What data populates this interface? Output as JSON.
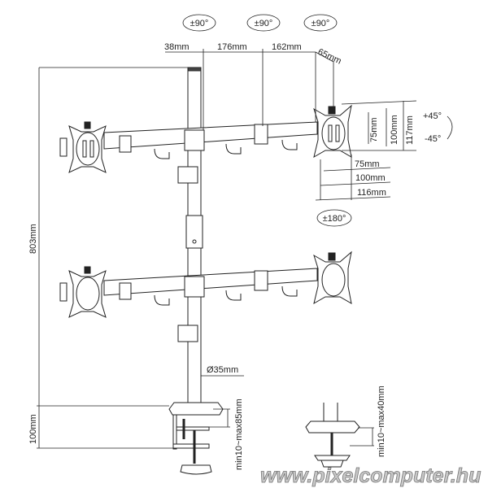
{
  "rotation_labels": {
    "arm_joint_1": "±90°",
    "arm_joint_2": "±90°",
    "arm_joint_3": "±90°",
    "plate_rotation": "±180°",
    "tilt_up": "+45°",
    "tilt_down": "-45°"
  },
  "dimensions": {
    "pole_offset": "38mm",
    "arm_segment_1": "176mm",
    "arm_segment_2": "162mm",
    "plate_offset": "65mm",
    "vesa_v_75": "75mm",
    "vesa_v_100": "100mm",
    "plate_height": "117mm",
    "vesa_h_75": "75mm",
    "vesa_h_100": "100mm",
    "plate_width": "116mm",
    "total_height": "803mm",
    "clamp_height": "100mm",
    "pole_diameter": "Ø35mm",
    "clamp_range": "min10~max85mm",
    "grommet_range": "min10~max40mm"
  },
  "watermark": "www.pixelcomputer.hu",
  "colors": {
    "line": "#222222",
    "watermark": "#c8c8c8"
  }
}
